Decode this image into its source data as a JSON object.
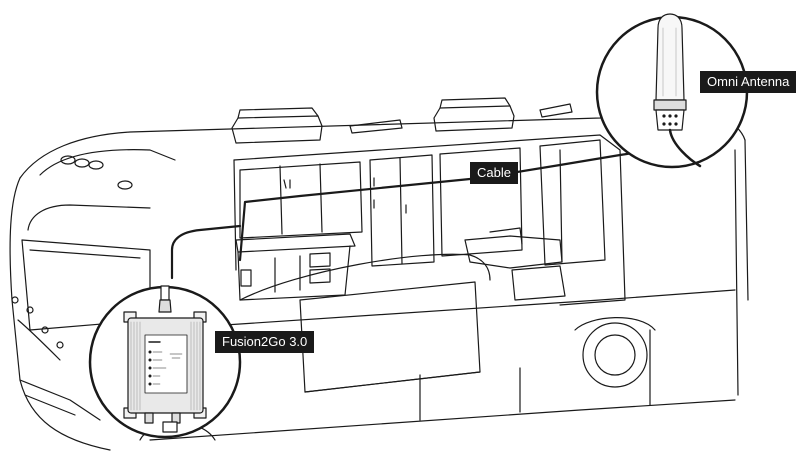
{
  "labels": {
    "antenna": "Omni Antenna",
    "cable": "Cable",
    "booster": "Fusion2Go 3.0"
  },
  "icons": [
    "omni-antenna-icon",
    "signal-booster-icon",
    "rv-motorhome-icon"
  ],
  "colors": {
    "line": "#1a1a1a",
    "callout_bg": "#1a1a1a",
    "callout_text": "#ffffff",
    "booster_body": "#e9e9e9"
  }
}
